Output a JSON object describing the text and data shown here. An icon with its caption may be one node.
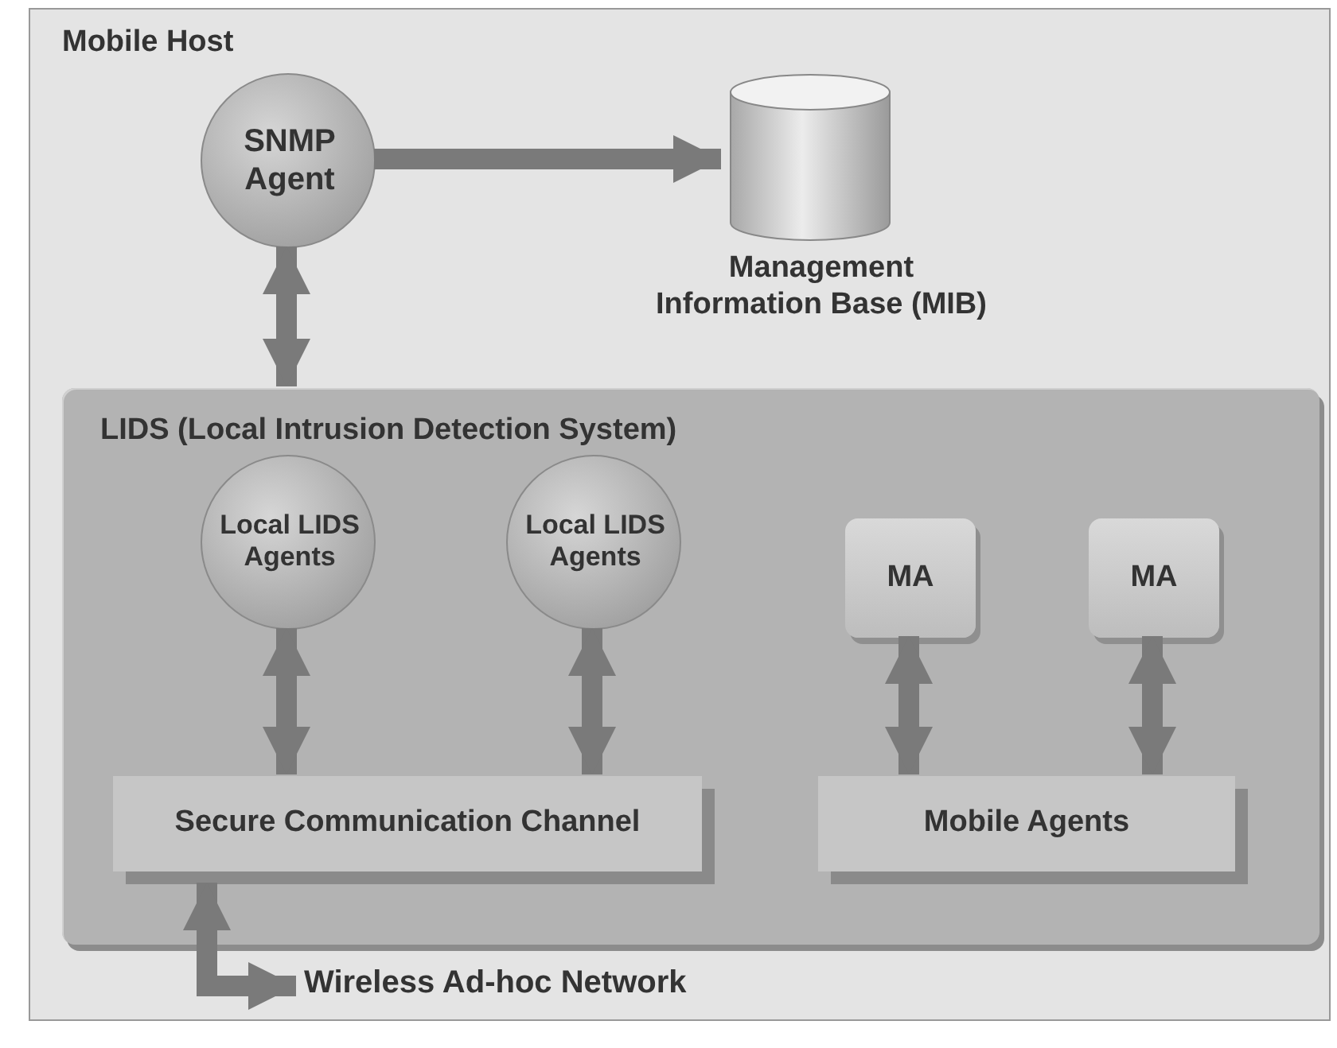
{
  "diagram": {
    "nodes": [
      {
        "text": [
          "Mobile Host"
        ]
      },
      {
        "text": [
          "SNMP Agent"
        ],
        "in": 0
      },
      {
        "text": [
          "Management Information Base (MIB)"
        ],
        "in": 0
      },
      {
        "text": [
          "LIDS (Local Intrusion Detection System)"
        ],
        "in": 0
      },
      {
        "text": [
          "Local LIDS Agents"
        ],
        "in": 3
      },
      {
        "text": [
          "Local LIDS Agents"
        ],
        "in": 3
      },
      {
        "text": [
          "MA"
        ],
        "in": 3
      },
      {
        "text": [
          "MA"
        ],
        "in": 3
      },
      {
        "text": [
          "Secure Communication Channel"
        ],
        "in": 3
      },
      {
        "text": [
          "Mobile Agents"
        ],
        "in": 3
      },
      {
        "text": [
          "Wireless Ad-hoc Network"
        ],
        "in": 0
      }
    ],
    "edges": [
      {
        "from": 1,
        "to": 2,
        "arrow": "to"
      },
      {
        "from": 1,
        "to": 3,
        "arrow": "both"
      },
      {
        "from": 4,
        "to": 8,
        "arrow": "both"
      },
      {
        "from": 5,
        "to": 8,
        "arrow": "both"
      },
      {
        "from": 6,
        "to": 9,
        "arrow": "both"
      },
      {
        "from": 7,
        "to": 9,
        "arrow": "both"
      },
      {
        "from": 8,
        "to": 10,
        "arrow": "both"
      }
    ]
  }
}
